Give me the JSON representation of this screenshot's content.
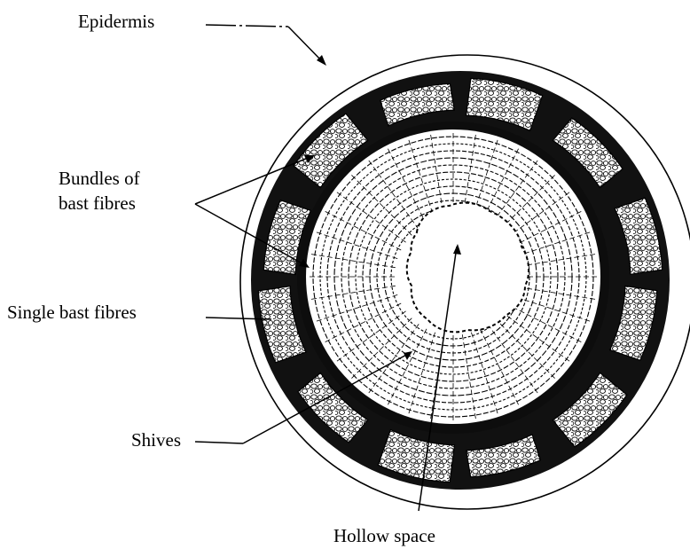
{
  "labels": {
    "epidermis": "Epidermis",
    "bundles_line1": "Bundles of",
    "bundles_line2": "bast fibres",
    "single": "Single bast fibres",
    "shives": "Shives",
    "hollow": "Hollow space"
  },
  "colors": {
    "ink": "#000000",
    "paper": "#ffffff"
  }
}
